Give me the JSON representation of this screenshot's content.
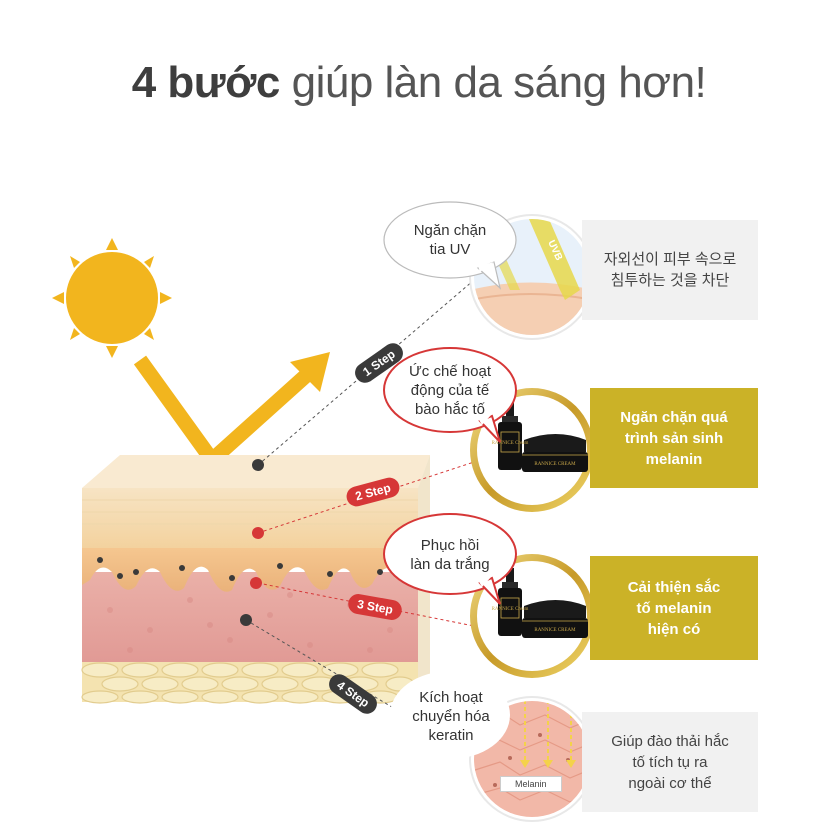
{
  "title": {
    "bold": "4 bước",
    "rest": "giúp làn da sáng hơn!"
  },
  "steps": [
    {
      "tag": "1 Step",
      "bubble": "Ngăn chặn\ntia UV",
      "info": "자외선이 피부 속으로\n침투하는 것을 차단"
    },
    {
      "tag": "2 Step",
      "bubble": "Ức chế hoạt\nđộng của tế\nbào hắc tố",
      "info": "Ngăn chặn quá\ntrình sản sinh\nmelanin"
    },
    {
      "tag": "3 Step",
      "bubble": "Phục hồi\nlàn da trắng",
      "info": "Cải thiện sắc\ntố melanin\nhiện có"
    },
    {
      "tag": "4 Step",
      "bubble": "Kích hoạt\nchuyển hóa\nkeratin",
      "info": "Giúp đào thải hắc\ntố tích tụ ra\nngoài cơ thể"
    }
  ],
  "uv_label": "UVB",
  "melanin_label": "Melanin",
  "product": {
    "box_text": "RANNICE Cream",
    "jar_text": "RANNICE CREAM"
  },
  "colors": {
    "gold": "#cbb227",
    "red": "#d63737",
    "dark": "#3a3a3a",
    "sun": "#f2b51e"
  }
}
